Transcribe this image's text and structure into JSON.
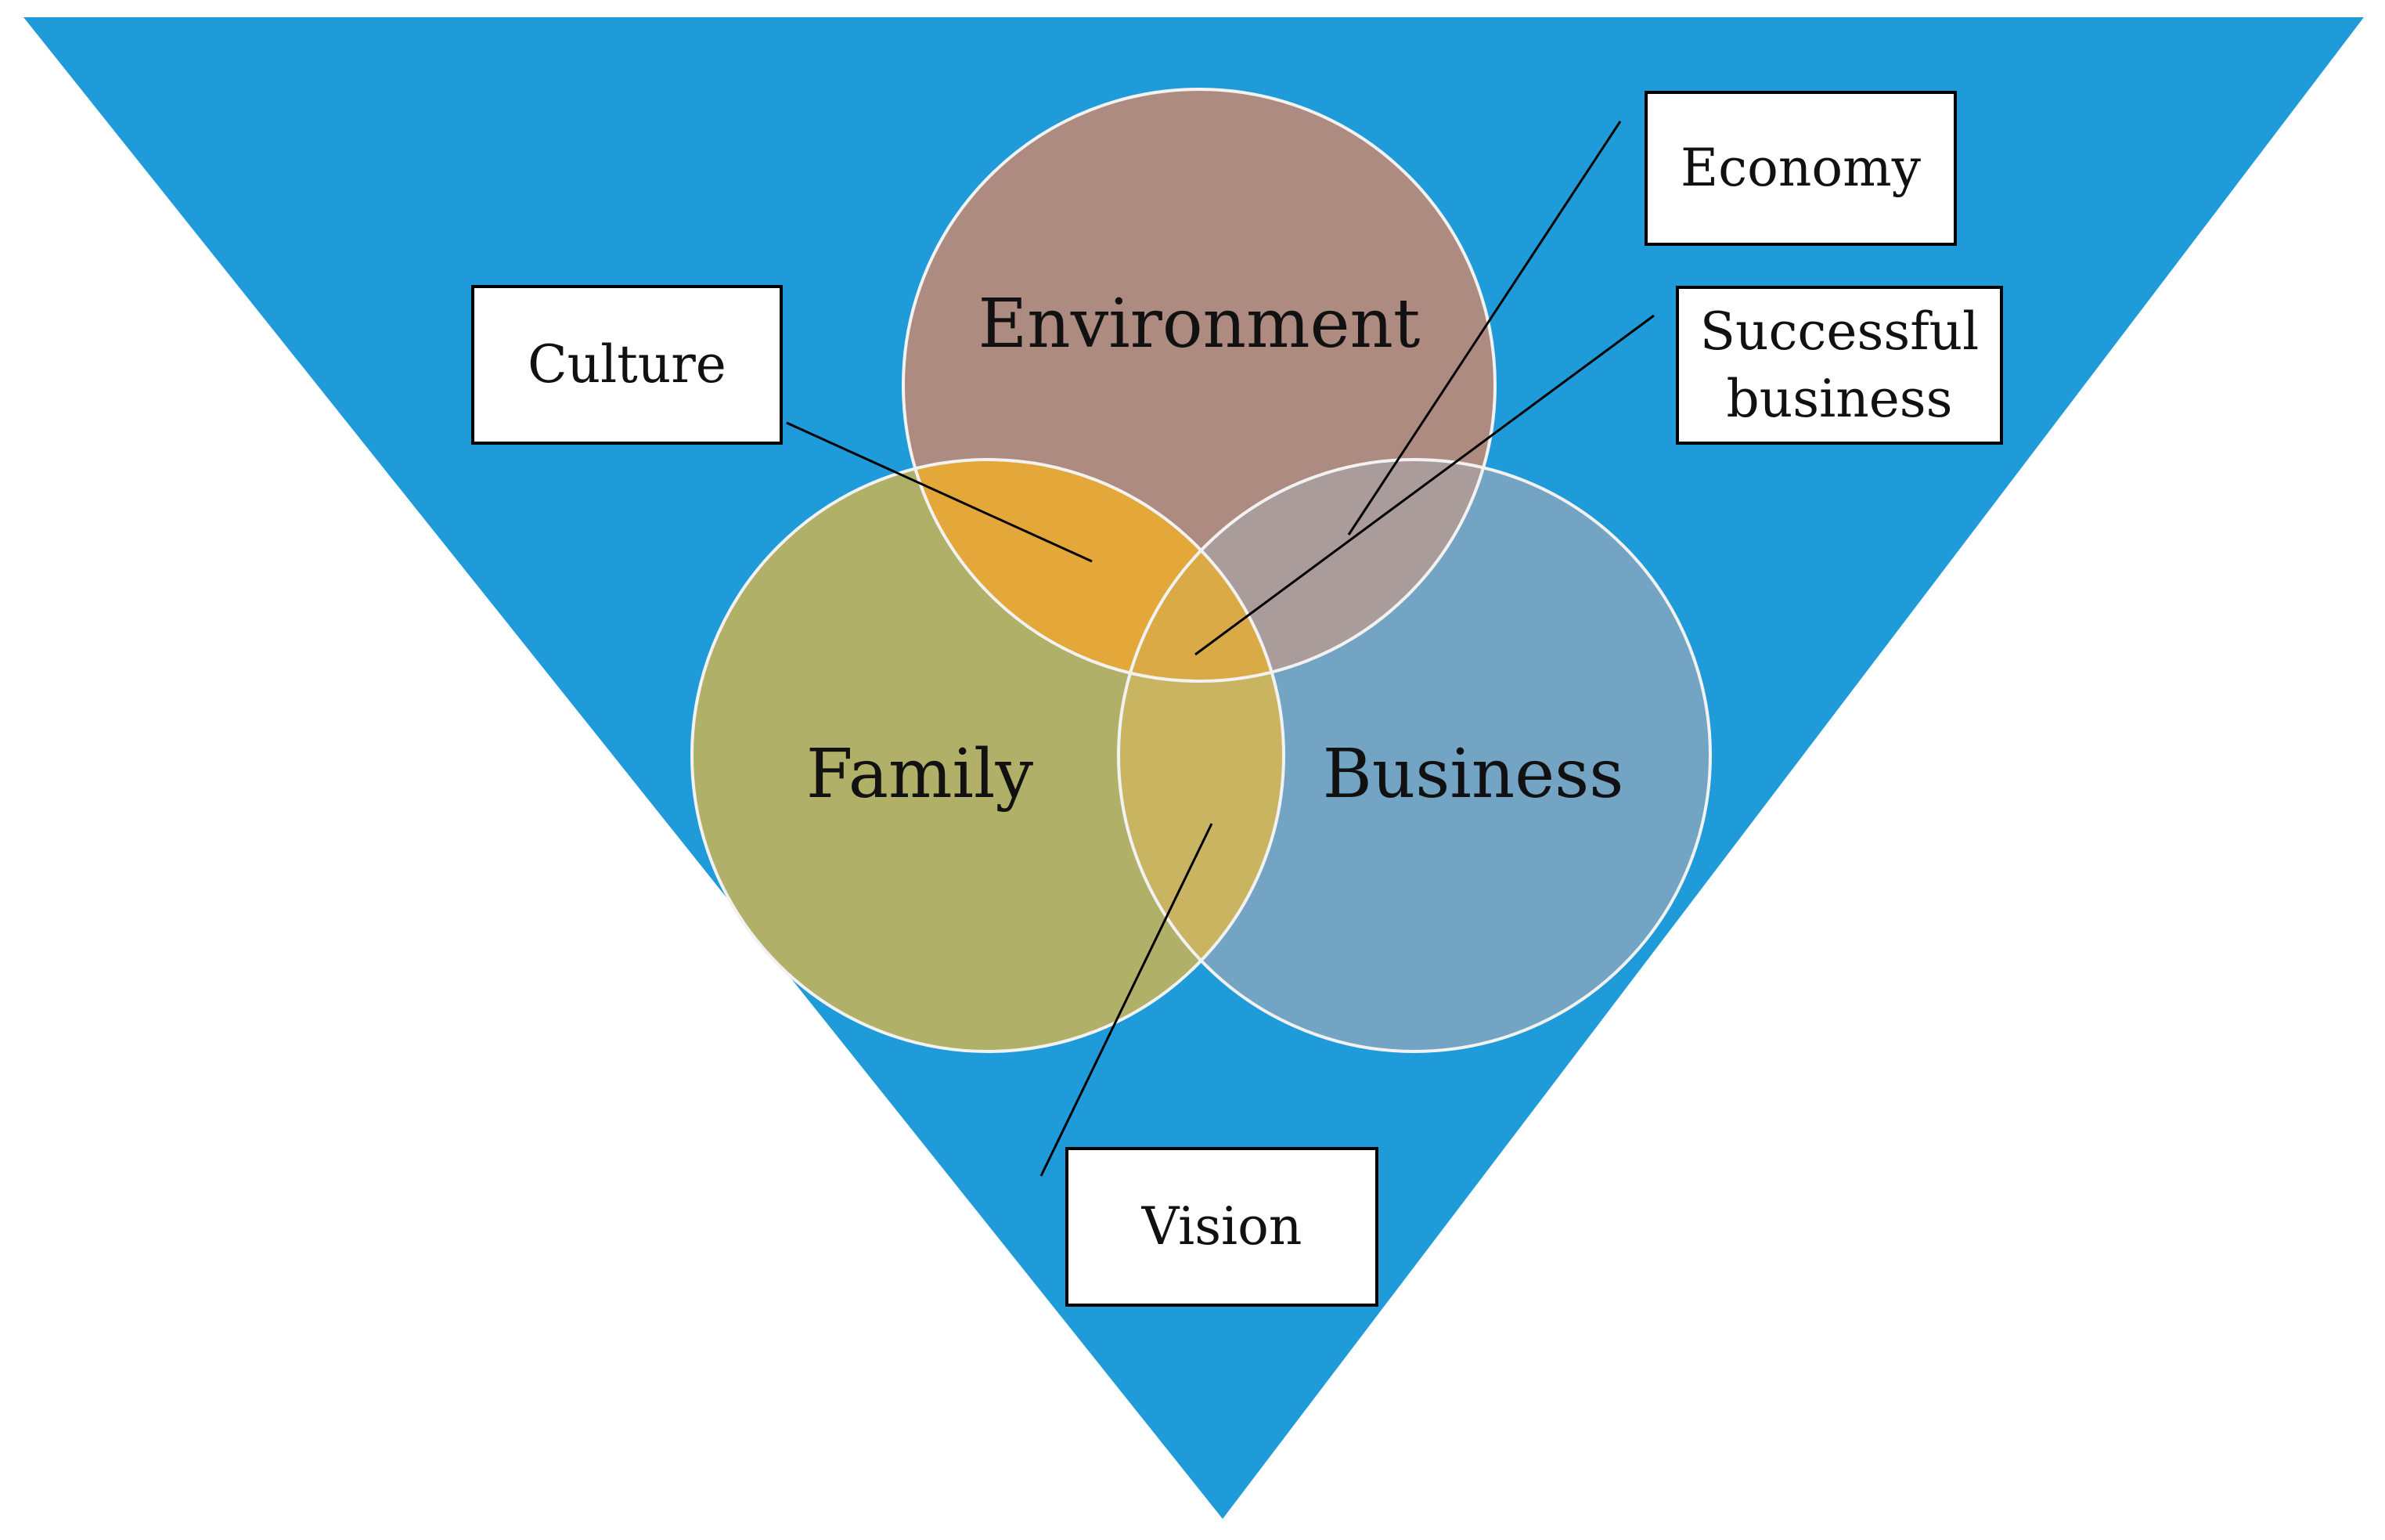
{
  "colors": {
    "background": "#ffffff",
    "triangle": "#1e9bd8",
    "environment": "#ad8b80",
    "family": "#b0b068",
    "business": "#73a4c3",
    "env_family_overlap": "#e3a73a",
    "env_business_overlap": "#aa9c9a",
    "family_business_overlap": "#c9b462",
    "center_overlap": "#d9aa45",
    "circle_outline": "#f2f2f2",
    "leader_line": "#000000"
  },
  "circles": {
    "environment": "Environment",
    "family": "Family",
    "business": "Business"
  },
  "labels": {
    "culture": "Culture",
    "economy": "Economy",
    "successful_business_line1": "Successful",
    "successful_business_line2": "business",
    "vision": "Vision"
  }
}
